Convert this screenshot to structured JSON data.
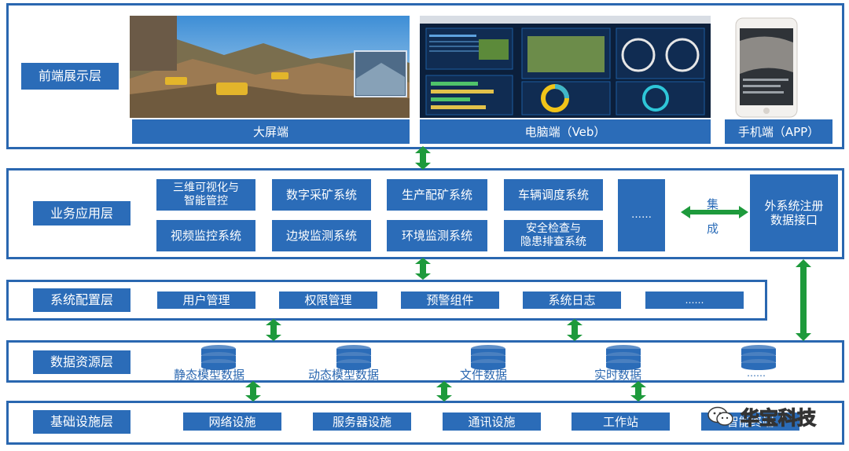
{
  "layers": {
    "frontend": {
      "label": "前端展示层",
      "big_screen": "大屏端",
      "pc": "电脑端（Veb）",
      "mobile": "手机端（APP）"
    },
    "business": {
      "label": "业务应用层",
      "items": [
        "三维可视化与\n智能管控",
        "数字采矿系统",
        "生产配矿系统",
        "车辆调度系统",
        "视频监控系统",
        "边坡监测系统",
        "环境监测系统",
        "安全检查与\n隐患排查系统"
      ],
      "more": "……",
      "integration_top": "集",
      "integration_bottom": "成",
      "external": "外系统注册\n数据接口"
    },
    "config": {
      "label": "系统配置层",
      "items": [
        "用户管理",
        "权限管理",
        "预警组件",
        "系统日志",
        "……"
      ]
    },
    "data": {
      "label": "数据资源层",
      "items": [
        "静态模型数据",
        "动态模型数据",
        "文件数据",
        "实时数据",
        "……"
      ]
    },
    "infra": {
      "label": "基础设施层",
      "items": [
        "网络设施",
        "服务器设施",
        "通讯设施",
        "工作站",
        "智能终端"
      ]
    }
  },
  "watermark": "华宝科技",
  "colors": {
    "box": "#2b6cb8",
    "border": "#2a67b0",
    "arrow": "#1e9a3c"
  }
}
